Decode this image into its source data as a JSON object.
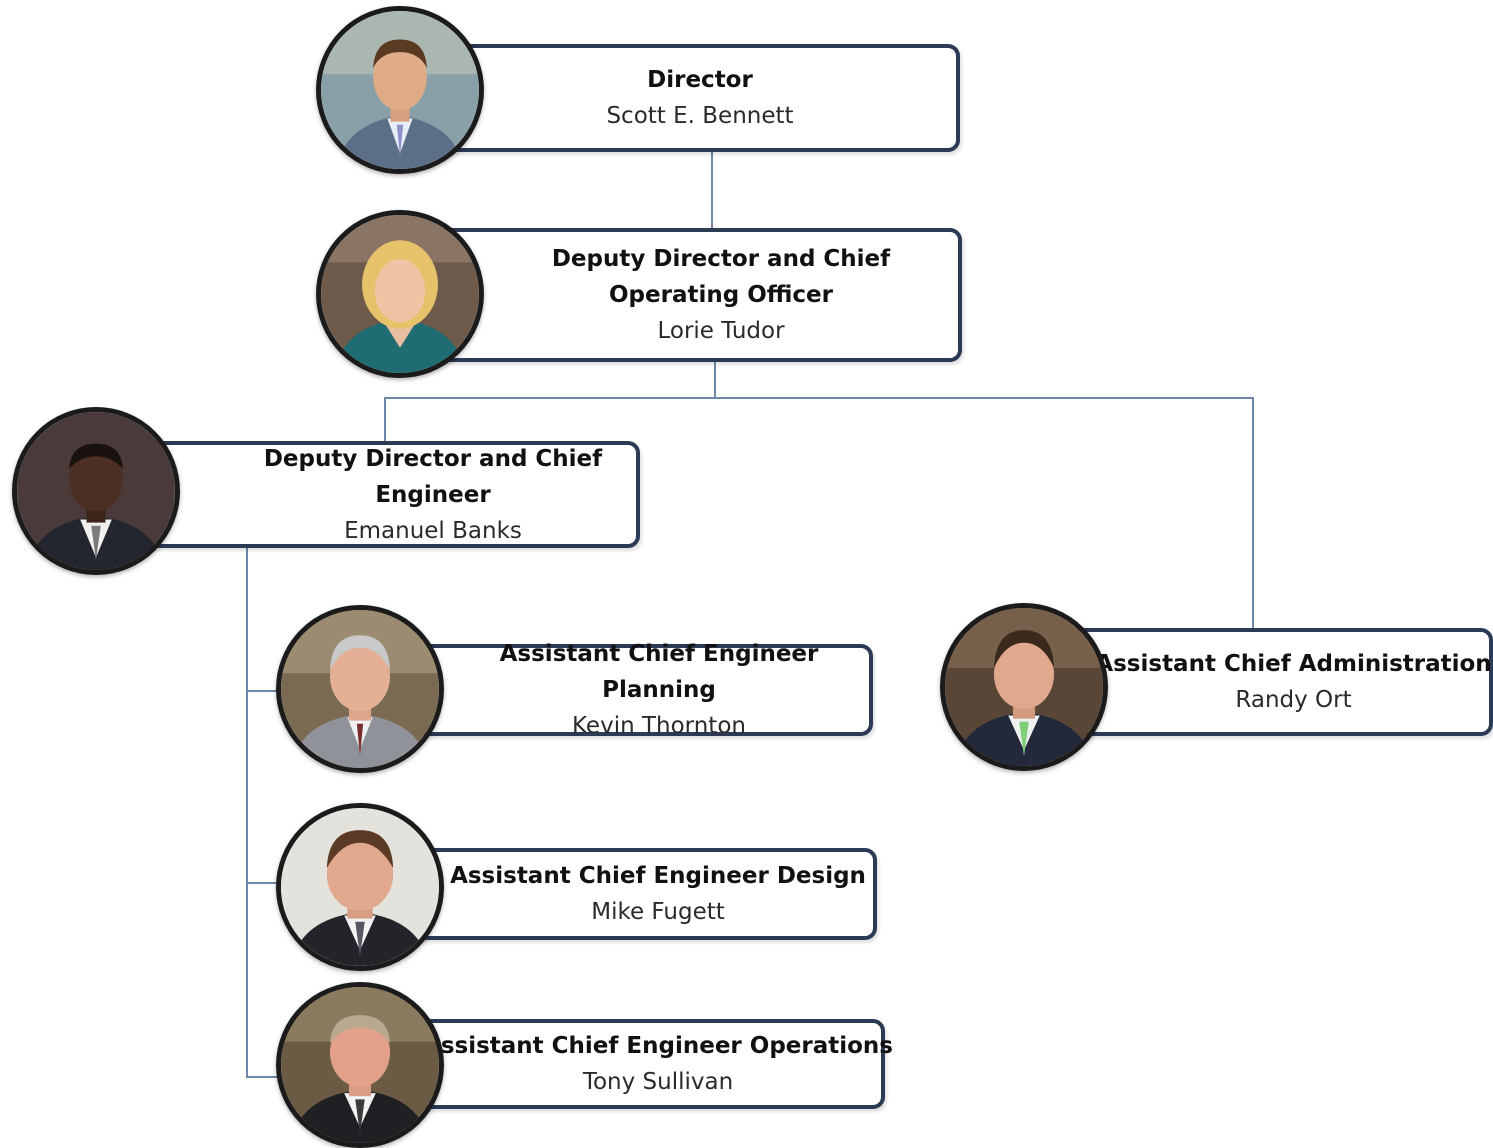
{
  "org_chart": {
    "director": {
      "title": "Director",
      "name": "Scott E. Bennett",
      "photo": "person-photo"
    },
    "coo": {
      "title": "Deputy Director and Chief Operating Officer",
      "name": "Lorie Tudor",
      "photo": "person-photo"
    },
    "chief_engineer": {
      "title": "Deputy Director and Chief Engineer",
      "name": "Emanuel Banks",
      "photo": "person-photo"
    },
    "planning": {
      "title": "Assistant Chief Engineer Planning",
      "name": "Kevin Thornton",
      "photo": "person-photo"
    },
    "design": {
      "title": "Assistant Chief Engineer Design",
      "name": "Mike Fugett",
      "photo": "person-photo"
    },
    "operations": {
      "title": "Assistant Chief Engineer Operations",
      "name": "Tony Sullivan",
      "photo": "person-photo"
    },
    "administration": {
      "title": "Assistant Chief Administration",
      "name": "Randy Ort",
      "photo": "person-photo"
    }
  },
  "colors": {
    "box_border": "#2b3a55",
    "connector": "#6d88aa",
    "photo_border": "#1b1b1b"
  }
}
